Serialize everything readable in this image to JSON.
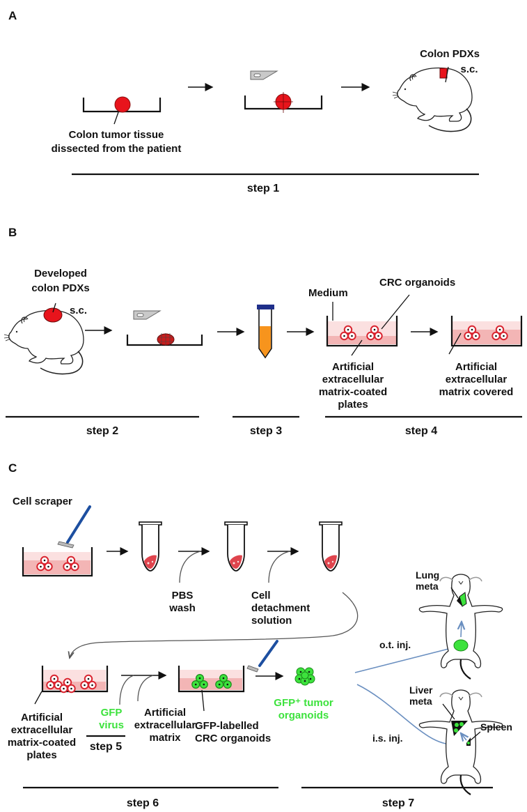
{
  "panels": {
    "A": {
      "letter": "A",
      "tumor_label_line1": "Colon tumor tissue",
      "tumor_label_line2": "dissected from the patient",
      "pdx_label": "Colon PDXs",
      "sc_label": "s.c.",
      "step": "step 1"
    },
    "B": {
      "letter": "B",
      "developed_line1": "Developed",
      "developed_line2": "colon PDXs",
      "sc_label": "s.c.",
      "medium_label": "Medium",
      "crc_label": "CRC organoids",
      "coated_lines": [
        "Artificial",
        "extracellular",
        "matrix-coated",
        "plates"
      ],
      "covered_lines": [
        "Artificial",
        "extracellular",
        "matrix covered"
      ],
      "steps": [
        "step 2",
        "step 3",
        "step 4"
      ]
    },
    "C": {
      "letter": "C",
      "scraper_label": "Cell scraper",
      "pbs_lines": [
        "PBS",
        "wash"
      ],
      "detach_lines": [
        "Cell",
        "detachment",
        "solution"
      ],
      "coated_lines": [
        "Artificial",
        "extracellular",
        "matrix-coated",
        "plates"
      ],
      "gfp_virus_lines": [
        "GFP",
        "virus"
      ],
      "ecm_lines": [
        "Artificial",
        "extracellular",
        "matrix"
      ],
      "gfp_labelled_lines": [
        "GFP-labelled",
        "CRC organoids"
      ],
      "gfp_tumor_lines": [
        "GFP⁺ tumor",
        "organoids"
      ],
      "ot_inj": "o.t. inj.",
      "is_inj": "i.s. inj.",
      "lung_lines": [
        "Lung",
        "meta"
      ],
      "liver_lines": [
        "Liver",
        "meta"
      ],
      "spleen": "Spleen",
      "steps": [
        "step 5",
        "step 6",
        "step 7"
      ]
    }
  },
  "colors": {
    "tumor_red": "#e8141c",
    "organoid_red": "#d9232e",
    "medium_pink": "#fbe0e0",
    "matrix_pink": "#f3b5b5",
    "tube_orange": "#f7941d",
    "cap_blue": "#1f2f8a",
    "scraper_blue": "#1d4fa0",
    "gfp_green": "#3de23d",
    "arrow_blue": "#6a8fc0"
  }
}
